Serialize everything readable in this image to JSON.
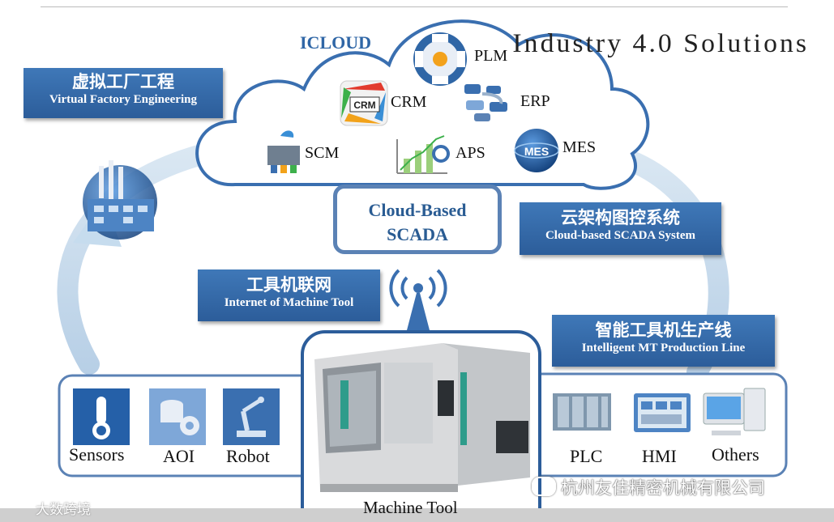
{
  "header": {
    "title": "Industry 4.0 Solutions",
    "icloud_label": "ICLOUD"
  },
  "cloud_apps": [
    {
      "name": "PLM"
    },
    {
      "name": "CRM"
    },
    {
      "name": "ERP"
    },
    {
      "name": "SCM"
    },
    {
      "name": "APS"
    },
    {
      "name": "MES"
    }
  ],
  "cloud_scada": {
    "line1": "Cloud-Based",
    "line2": "SCADA"
  },
  "boxes": {
    "virtual_factory": {
      "cn": "虚拟工厂工程",
      "en": "Virtual Factory Engineering"
    },
    "cloud_scada_system": {
      "cn": "云架构图控系统",
      "en": "Cloud-based SCADA System"
    },
    "iomt": {
      "cn": "工具机联网",
      "en": "Internet of Machine Tool"
    },
    "production_line": {
      "cn": "智能工具机生产线",
      "en": "Intelligent MT Production Line"
    }
  },
  "left_devices": [
    {
      "label": "Sensors"
    },
    {
      "label": "AOI"
    },
    {
      "label": "Robot"
    }
  ],
  "right_devices": [
    {
      "label": "PLC"
    },
    {
      "label": "HMI"
    },
    {
      "label": "Others"
    }
  ],
  "machine_tool": {
    "label": "Machine Tool"
  },
  "watermarks": {
    "left": "大数跨境",
    "right": "杭州友佳精密机械有限公司"
  },
  "colors": {
    "accent_blue": "#2f66a6",
    "cloud_outline": "#3a6fb0",
    "cycle_arrow": "#c6dcee"
  }
}
